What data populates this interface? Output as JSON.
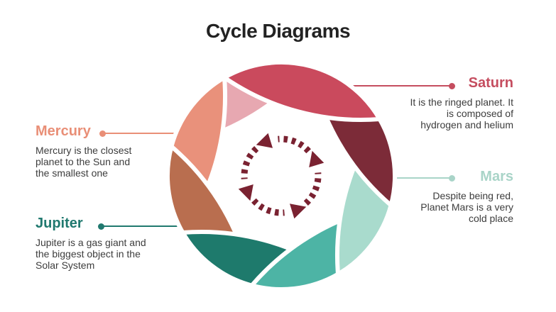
{
  "slide": {
    "title": "Cycle Diagrams"
  },
  "callouts": {
    "saturn": {
      "title": "Saturn",
      "lines": [
        "It is the ringed planet. It",
        "is composed of",
        "hydrogen and helium"
      ],
      "color": "#c54d5f"
    },
    "mars": {
      "title": "Mars",
      "lines": [
        "Despite being red,",
        "Planet Mars is a very",
        "cold place"
      ],
      "color": "#a9d4c8"
    },
    "mercury": {
      "title": "Mercury",
      "lines": [
        "Mercury is the closest",
        "planet to the Sun and",
        "the smallest one"
      ],
      "color": "#e98f77"
    },
    "jupiter": {
      "title": "Jupiter",
      "lines": [
        "Jupiter is a gas giant and",
        "the biggest object in the",
        "Solar System"
      ],
      "color": "#20796f"
    }
  },
  "diagram": {
    "type": "cycle-pinwheel",
    "rotation_direction": "counterclockwise",
    "petals": [
      {
        "name": "pink",
        "color": "#e7a8b1"
      },
      {
        "name": "salmon",
        "color": "#e9917b"
      },
      {
        "name": "terracotta",
        "color": "#b96e4f"
      },
      {
        "name": "dark-teal",
        "color": "#1e7a6c"
      },
      {
        "name": "teal",
        "color": "#4db4a5"
      },
      {
        "name": "mint",
        "color": "#a9dbcd"
      },
      {
        "name": "maroon",
        "color": "#7c2b38"
      },
      {
        "name": "crimson",
        "color": "#ca4a5d"
      }
    ],
    "arrow_color": "#7a2231"
  }
}
